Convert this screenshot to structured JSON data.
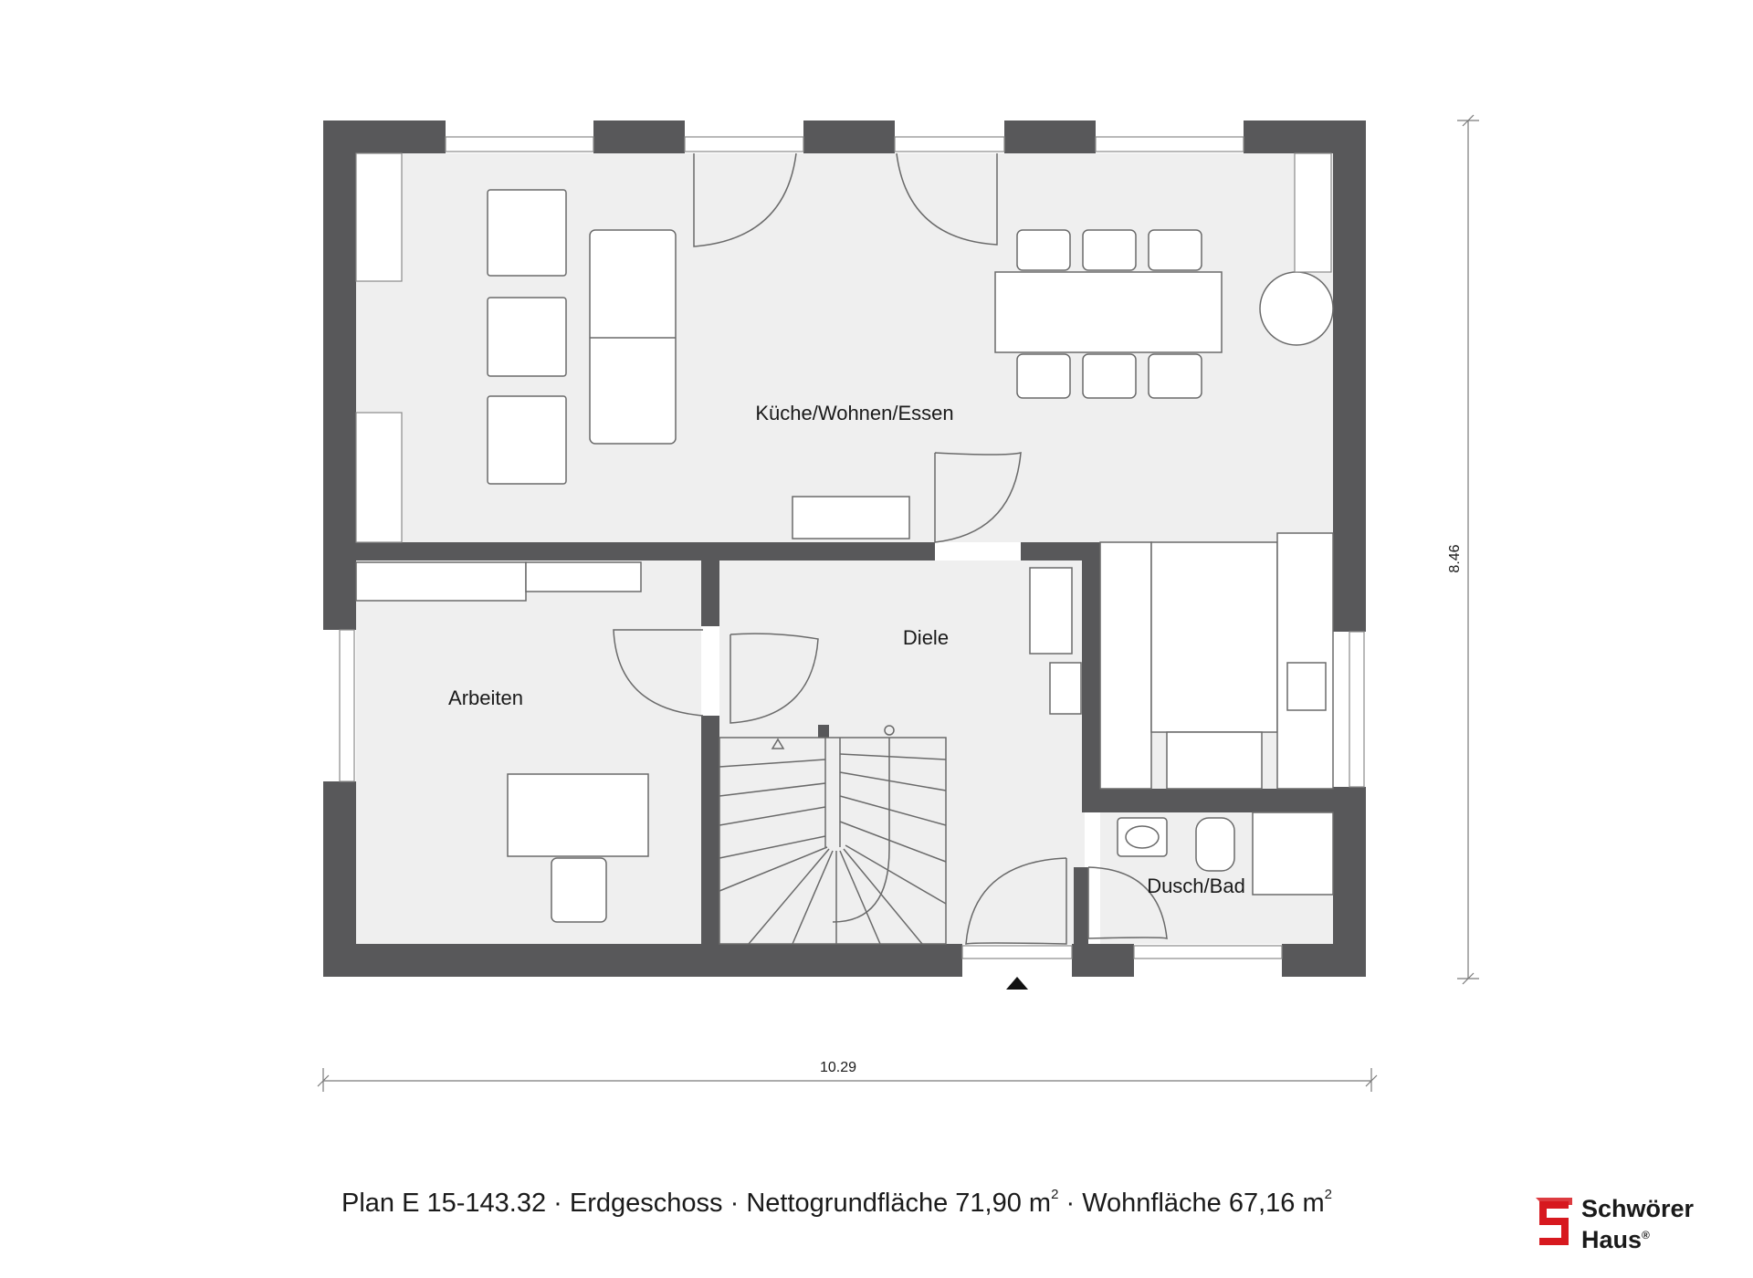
{
  "plan": {
    "rooms": {
      "living": "Küche/Wohnen/Essen",
      "hall": "Diele",
      "study": "Arbeiten",
      "bath": "Dusch/Bad"
    },
    "dimensions": {
      "width": "10.29",
      "depth": "8.46"
    }
  },
  "caption": {
    "plan": "Plan E 15-143.32",
    "floor": "Erdgeschoss",
    "net_area_label": "Nettogrundfläche 71,90 m",
    "living_area_label": "Wohnfläche 67,16 m",
    "unit_exponent": "2",
    "separator": " · "
  },
  "logo": {
    "line1": "Schwörer",
    "line2": "Haus",
    "mark": "®",
    "brand_color": "#d7191f"
  },
  "colors": {
    "wall": "#58585a",
    "floor": "#efefef"
  }
}
